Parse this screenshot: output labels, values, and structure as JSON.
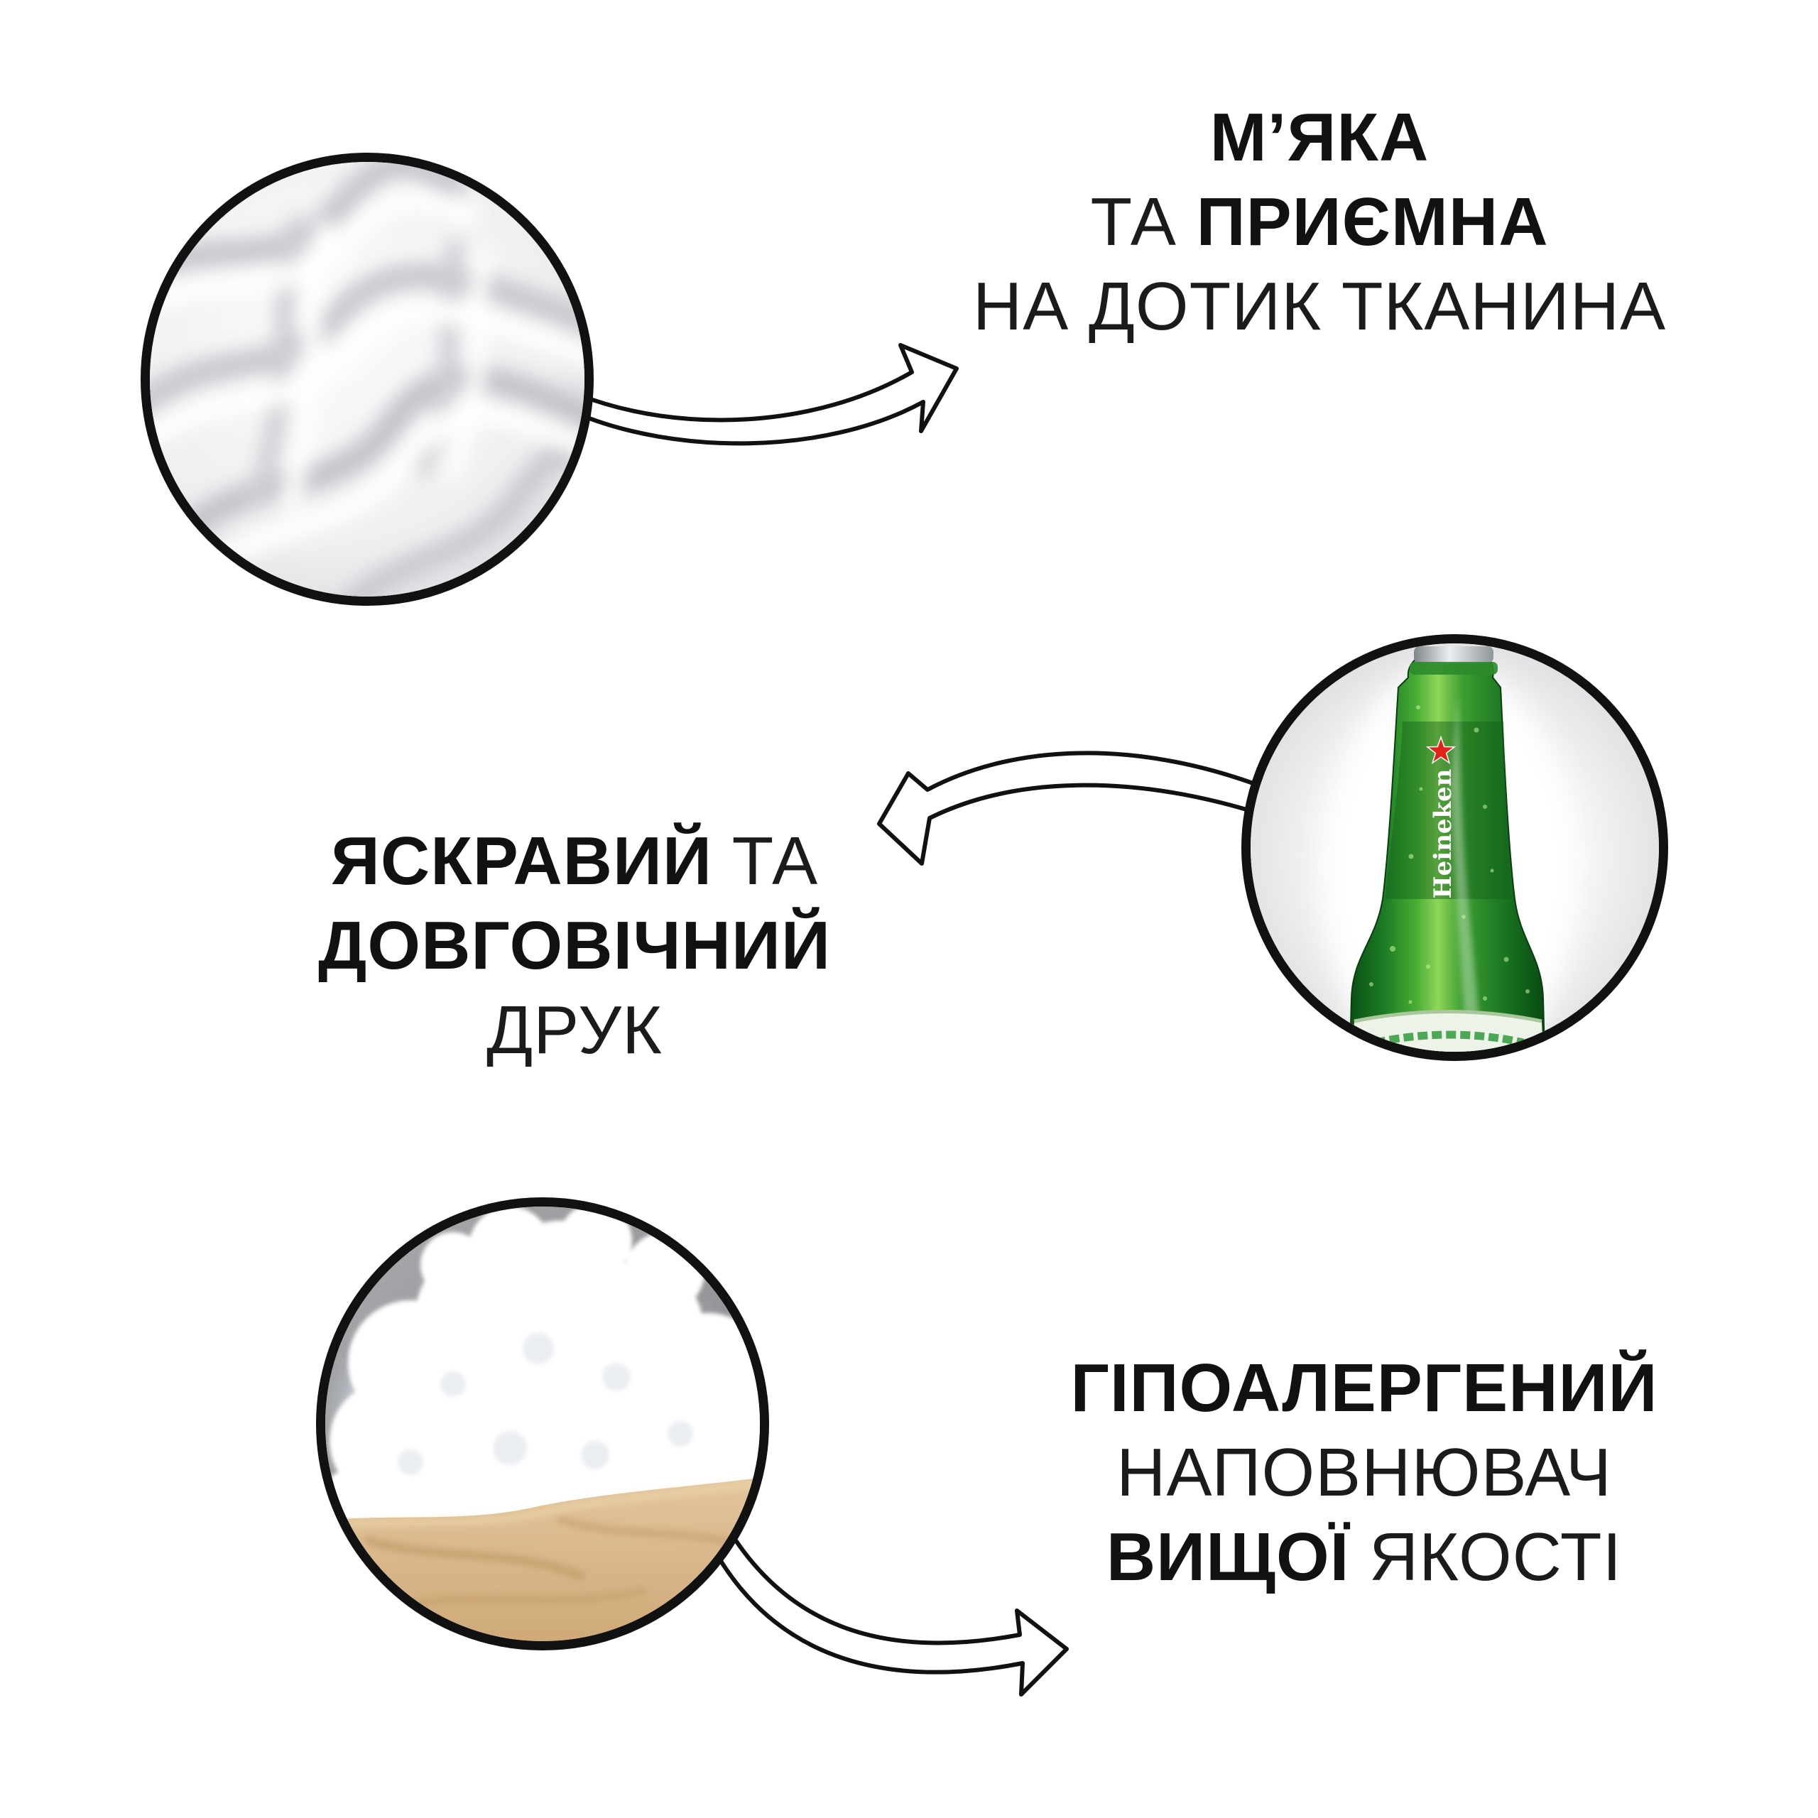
{
  "features": {
    "fabric": {
      "line1_bold": "М’ЯКА",
      "line2_regular": "ТА",
      "line2_bold": "ПРИЄМНА",
      "line3_regular": "НА ДОТИК ТКАНИНА"
    },
    "print": {
      "line1_bold": "ЯСКРАВИЙ",
      "line1_regular": "ТА",
      "line2_bold": "ДОВГОВІЧНИЙ",
      "line3_regular": "ДРУК",
      "bottle_brand": "Heineken"
    },
    "filling": {
      "line1_bold": "ГІПОАЛЕРГЕНИЙ",
      "line2_regular": "НАПОВНЮВАЧ",
      "line3_bold": "ВИЩОЇ",
      "line3_regular": "ЯКОСТІ"
    }
  },
  "colors": {
    "text": "#1b1b1b",
    "circle_border": "#111111",
    "bottle_green": "#1d7d24",
    "star_red": "#e2231a",
    "kraft_paper": "#d6b286"
  }
}
